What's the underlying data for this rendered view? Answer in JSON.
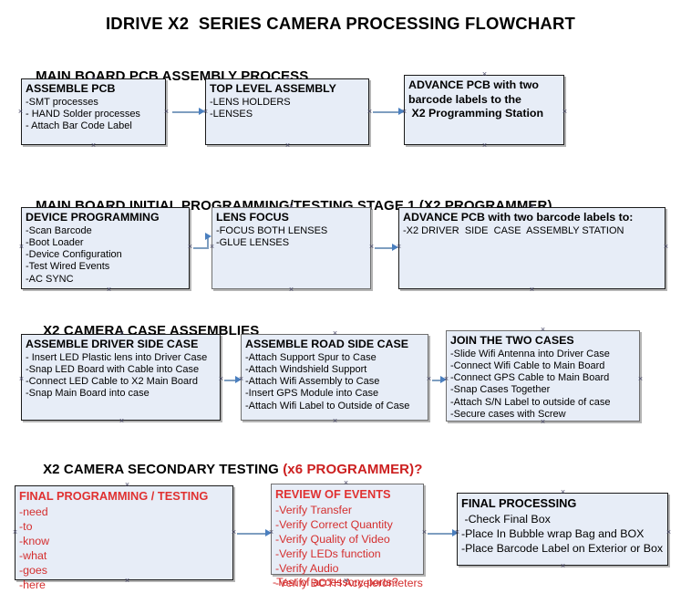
{
  "document": {
    "title": "IDRIVE X2  SERIES CAMERA PROCESSING FLOWCHART",
    "accent_color": "#d42f2f",
    "box_fill": "#e7edf7",
    "connector_color": "#7e9ec0"
  },
  "sections": [
    {
      "id": "main-board-pcb-assembly",
      "heading": "MAIN BOARD PCB ASSEMBLY PROCESS",
      "heading_accent": "",
      "boxes": [
        {
          "id": "assemble-pcb",
          "title": "ASSEMBLE PCB",
          "lines": [
            "-SMT processes",
            "- HAND Solder processes",
            "- Attach Bar Code Label"
          ]
        },
        {
          "id": "top-level-assembly",
          "title": "TOP LEVEL ASSEMBLY",
          "lines": [
            "-LENS HOLDERS",
            "-LENSES"
          ]
        },
        {
          "id": "advance-pcb-programming-station",
          "title": "ADVANCE PCB with two",
          "lines": [
            "barcode labels to the",
            " X2 Programming Station"
          ]
        }
      ]
    },
    {
      "id": "main-board-initial-programming",
      "heading": "MAIN BOARD INITIAL PROGRAMMING/TESTING STAGE 1 (X2 PROGRAMMER)",
      "heading_accent": "",
      "boxes": [
        {
          "id": "device-programming",
          "title": "DEVICE PROGRAMMING",
          "lines": [
            "-Scan Barcode",
            "-Boot Loader",
            "-Device Configuration",
            "-Test Wired Events",
            "-AC SYNC"
          ]
        },
        {
          "id": "lens-focus",
          "title": "LENS FOCUS",
          "lines": [
            "-FOCUS BOTH LENSES",
            "-GLUE LENSES"
          ]
        },
        {
          "id": "advance-pcb-driver-side-case",
          "title": "ADVANCE PCB with two barcode labels to:",
          "lines": [
            "-X2 DRIVER  SIDE  CASE  ASSEMBLY STATION"
          ]
        }
      ]
    },
    {
      "id": "x2-camera-case-assemblies",
      "heading": "X2 CAMERA CASE ASSEMBLIES",
      "heading_accent": "",
      "boxes": [
        {
          "id": "assemble-driver-side-case",
          "title": "ASSEMBLE DRIVER SIDE CASE",
          "lines": [
            "- Insert LED Plastic lens into Driver Case",
            "-Snap LED Board with Cable into Case",
            "-Connect LED Cable to X2 Main Board",
            "-Snap Main Board into case"
          ]
        },
        {
          "id": "assemble-road-side-case",
          "title": "ASSEMBLE ROAD SIDE CASE",
          "lines": [
            "-Attach Support Spur to Case",
            "-Attach Windshield Support",
            "-Attach Wifi Assembly to Case",
            "-Insert GPS Module into Case",
            "-Attach Wifi Label to Outside of Case"
          ]
        },
        {
          "id": "join-the-two-cases",
          "title": "JOIN THE TWO CASES",
          "lines": [
            "-Slide Wifi Antenna into Driver Case",
            "-Connect Wifi Cable to Main Board",
            "-Connect GPS Cable to Main Board",
            "-Snap Cases Together",
            "-Attach S/N Label to outside of case",
            "-Secure cases with Screw"
          ]
        }
      ]
    },
    {
      "id": "x2-camera-secondary-testing",
      "heading": "X2 CAMERA SECONDARY TESTING ",
      "heading_accent": "(x6 PROGRAMMER)?",
      "boxes": [
        {
          "id": "final-programming-testing",
          "title": "FINAL PROGRAMMING / TESTING",
          "lines": [
            "-need",
            "-to",
            "-know",
            "-what",
            "-goes",
            "-here"
          ]
        },
        {
          "id": "review-of-events",
          "title": "REVIEW OF EVENTS",
          "lines": [
            "-Verify Transfer",
            "-Verify Correct Quantity",
            "-Verify Quality of Video",
            "-Verify LEDs function",
            "-Verify Audio",
            "-Verify BOTH Accelerometers"
          ],
          "overflow_line": "-Test of accessory ports?"
        },
        {
          "id": "final-processing",
          "title": "FINAL PROCESSING",
          "lines": [
            " -Check Final Box",
            "-Place In Bubble wrap Bag and BOX",
            "-Place Barcode Label on Exterior or Box"
          ]
        }
      ]
    }
  ]
}
